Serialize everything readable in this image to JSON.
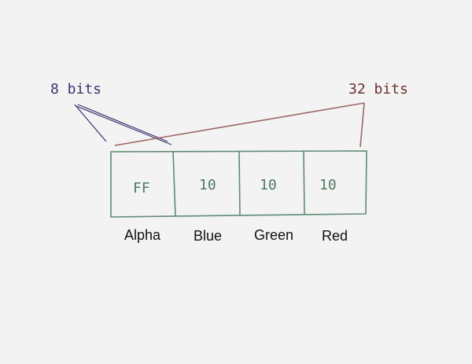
{
  "annotations": {
    "byte_size": "8 bits",
    "total_size": "32 bits"
  },
  "cells": [
    {
      "value": "FF",
      "channel": "Alpha"
    },
    {
      "value": "10",
      "channel": "Blue"
    },
    {
      "value": "10",
      "channel": "Green"
    },
    {
      "value": "10",
      "channel": "Red"
    }
  ],
  "colors": {
    "byte_annotation": "#3b3470",
    "total_annotation": "#6b2f2f",
    "box_stroke": "#5f8a72",
    "cell_text": "#4f7a62"
  }
}
